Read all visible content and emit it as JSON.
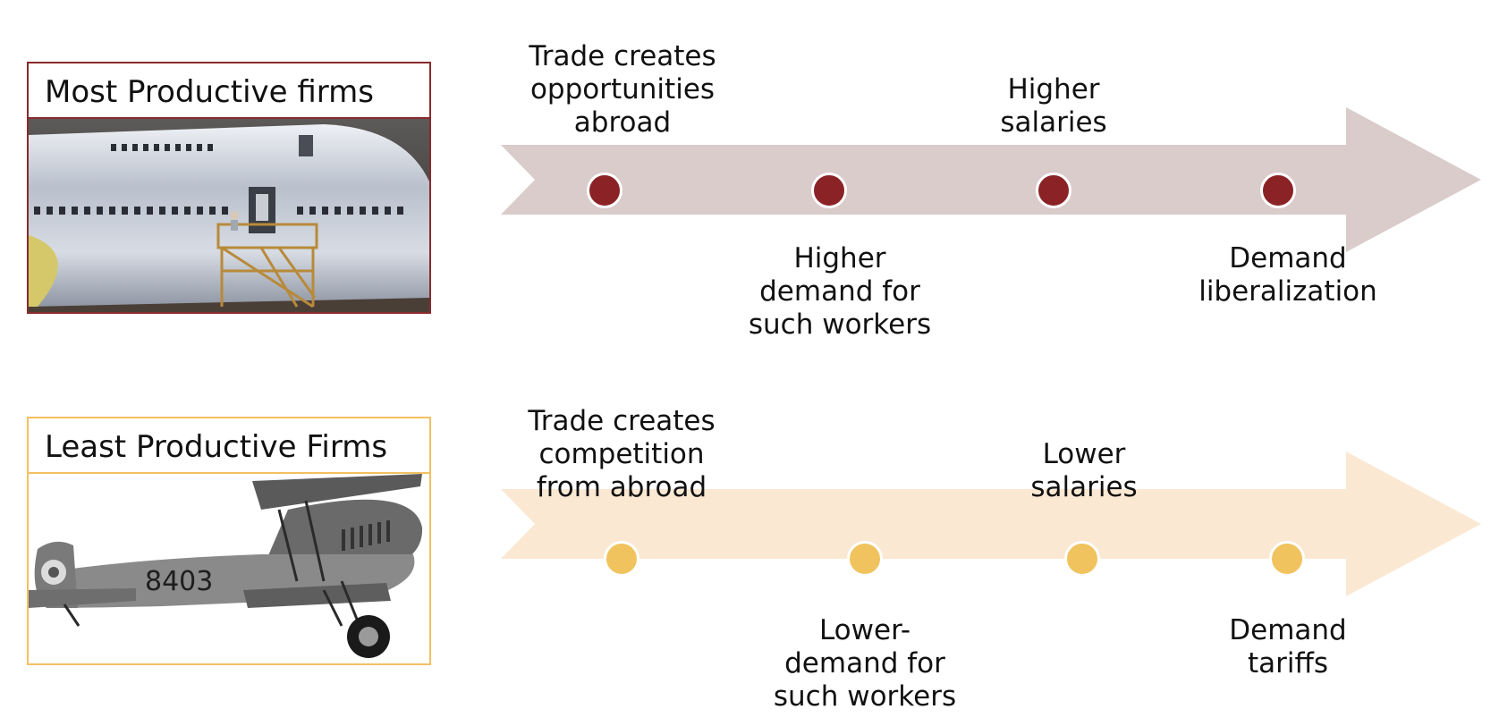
{
  "colors": {
    "top_accent": "#8b2326",
    "top_band": "#d9cccb",
    "bottom_accent": "#f1c35e",
    "bottom_band": "#fbe8d3"
  },
  "top": {
    "title": "Most Productive firms",
    "labels": [
      "Trade creates\nopportunities\nabroad",
      "Higher\ndemand for\nsuch workers",
      "Higher\nsalaries",
      "Demand\nliberalization"
    ]
  },
  "bottom": {
    "title": "Least Productive Firms",
    "photo_marking": "8403",
    "labels": [
      "Trade creates\ncompetition\nfrom abroad",
      "Lower-\ndemand for\nsuch workers",
      "Lower\nsalaries",
      "Demand\ntariffs"
    ]
  }
}
